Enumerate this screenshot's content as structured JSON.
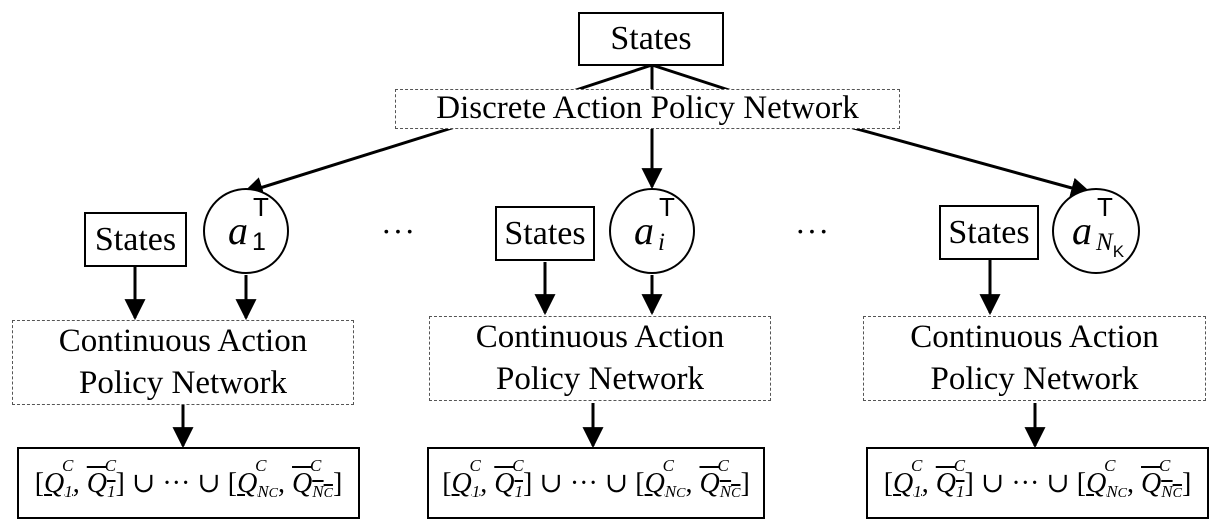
{
  "top": {
    "states": "States",
    "discrete_network": "Discrete Action Policy Network"
  },
  "branches": [
    {
      "states": "States",
      "action_symbol": "a",
      "action_superscript": "T",
      "action_subscript": "1",
      "continuous_network_line1": "Continuous Action",
      "continuous_network_line2": "Policy Network"
    },
    {
      "states": "States",
      "action_symbol": "a",
      "action_superscript": "T",
      "action_subscript": "i",
      "continuous_network_line1": "Continuous Action",
      "continuous_network_line2": "Policy Network"
    },
    {
      "states": "States",
      "action_symbol": "a",
      "action_superscript": "T",
      "action_subscript": "N",
      "action_subscript_sub": "K",
      "continuous_network_line1": "Continuous Action",
      "continuous_network_line2": "Policy Network"
    }
  ],
  "ellipsis": "···",
  "output_set": {
    "q_symbol": "Q",
    "superscript": "C",
    "first_index": "1",
    "last_index": "N",
    "last_index_sub": "C",
    "union": "∪",
    "dots": "···"
  }
}
